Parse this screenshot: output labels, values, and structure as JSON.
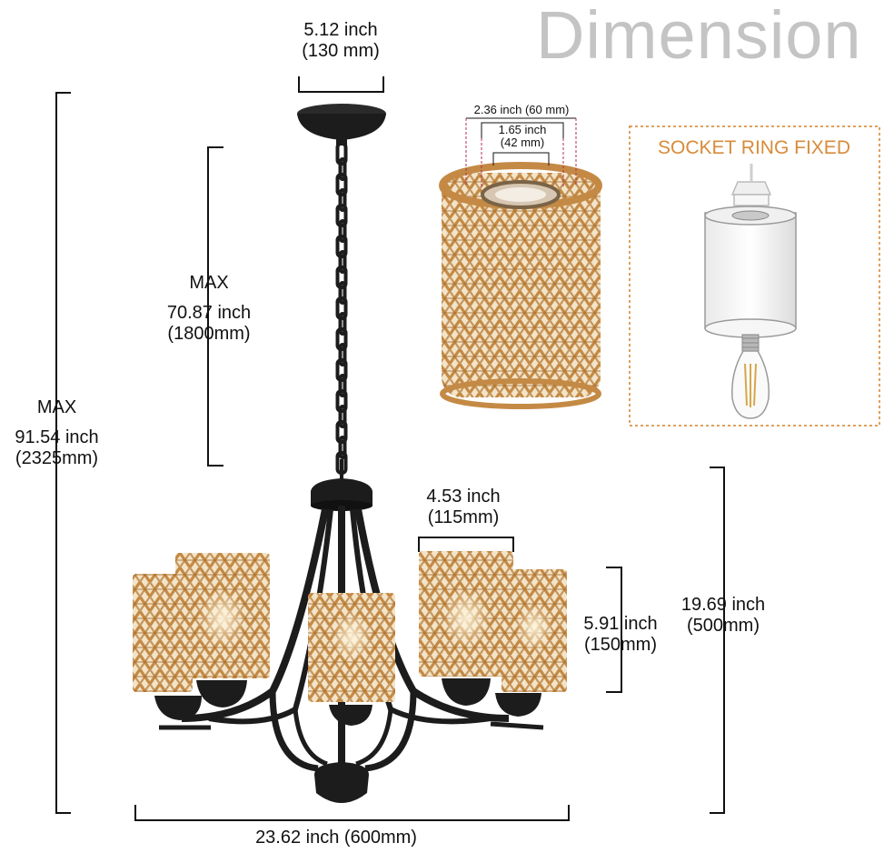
{
  "title": "Dimension",
  "colors": {
    "rattan": "#c9924f",
    "rattan_dark": "#9b6a33",
    "metal": "#1c1c1c",
    "accent_orange": "#d88b3a",
    "title_gray": "#c4c4c4"
  },
  "dimensions": {
    "canopy_width": {
      "imperial": "5.12 inch",
      "metric": "(130 mm)"
    },
    "max_chain": {
      "label": "MAX",
      "imperial": "70.87 inch",
      "metric": "(1800mm)"
    },
    "max_total": {
      "label": "MAX",
      "imperial": "91.54 inch",
      "metric": "(2325mm)"
    },
    "shade_outer": {
      "text": "2.36 inch (60 mm)"
    },
    "shade_inner": {
      "imperial": "1.65 inch",
      "metric": "(42 mm)"
    },
    "shade_width": {
      "imperial": "4.53 inch",
      "metric": "(115mm)"
    },
    "shade_height": {
      "imperial": "5.91 inch",
      "metric": "(150mm)"
    },
    "body_height": {
      "imperial": "19.69 inch",
      "metric": "(500mm)"
    },
    "body_width": {
      "text": "23.62 inch (600mm)"
    }
  },
  "socket_panel": {
    "title": "SOCKET RING FIXED"
  }
}
